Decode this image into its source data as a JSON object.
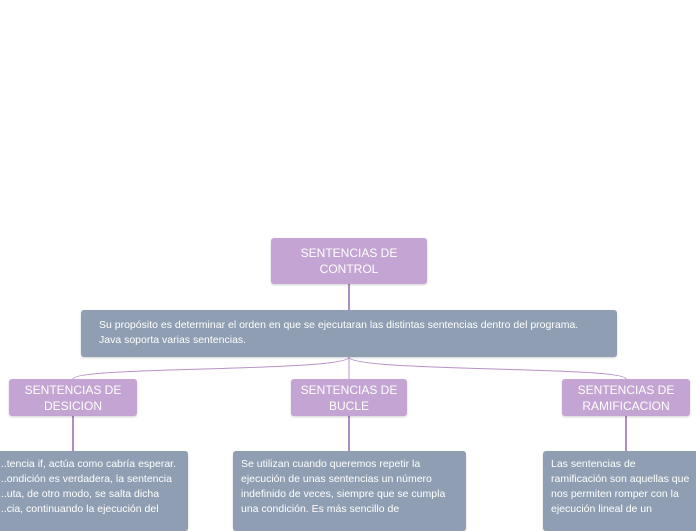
{
  "map": {
    "root": {
      "title": "SENTENCIAS DE CONTROL"
    },
    "summary": {
      "text": "Su propósito es determinar el orden en que se ejecutaran las distintas sentencias dentro del programa. Java soporta varias sentencias."
    },
    "branches": [
      {
        "title": "SENTENCIAS DE DESICION",
        "description": "...tencia if, actúa como cabría esperar. ...ondición es verdadera, la sentencia ...uta, de otro modo, se salta dicha ...cia, continuando la ejecución del"
      },
      {
        "title": "SENTENCIAS DE BUCLE",
        "description": "Se utilizan cuando queremos repetir la ejecución de unas sentencias un número indefinido de veces, siempre que se cumpla una condición. Es más sencillo de"
      },
      {
        "title": "SENTENCIAS DE RAMIFICACION",
        "description": "Las sentencias de ramificación son aquellas que nos permiten romper con la ejecución lineal de un"
      }
    ]
  },
  "colors": {
    "topic_fill": "#c3a4d2",
    "description_fill": "#8f9eb2",
    "connector": "#7b3f95",
    "text": "#ffffff"
  }
}
